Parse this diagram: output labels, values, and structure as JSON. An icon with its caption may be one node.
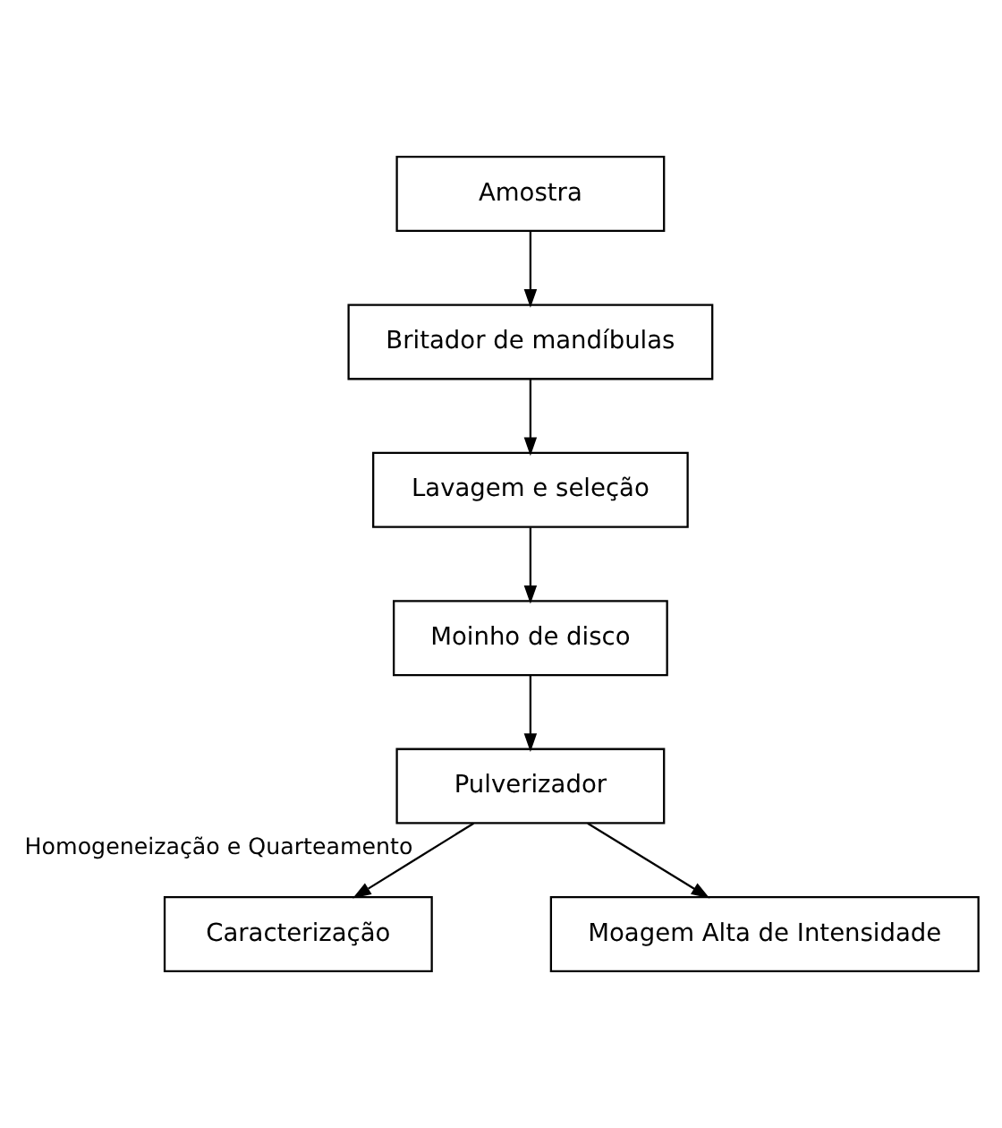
{
  "diagram": {
    "nodes": [
      {
        "text": [
          "Amostra"
        ]
      },
      {
        "text": [
          "Britador de mandíbulas"
        ]
      },
      {
        "text": [
          "Lavagem e seleção"
        ]
      },
      {
        "text": [
          "Moinho de disco"
        ]
      },
      {
        "text": [
          "Pulverizador"
        ]
      },
      {
        "text": [
          "Caracterização"
        ]
      },
      {
        "text": [
          "Moagem Alta de Intensidade"
        ]
      }
    ],
    "edges": [
      {
        "from": 0,
        "to": 1,
        "arrow": "to"
      },
      {
        "from": 1,
        "to": 2,
        "arrow": "to"
      },
      {
        "from": 2,
        "to": 3,
        "arrow": "to"
      },
      {
        "from": 3,
        "to": 4,
        "arrow": "to"
      },
      {
        "from": 4,
        "to": 5,
        "arrow": "to",
        "label": "Homogeneização e Quarteamento"
      },
      {
        "from": 4,
        "to": 6,
        "arrow": "to"
      }
    ]
  }
}
